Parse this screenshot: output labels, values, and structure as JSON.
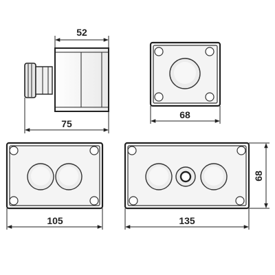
{
  "dimensions": {
    "side_depth": "52",
    "side_total": "75",
    "single_width": "68",
    "double_width": "105",
    "triple_width": "135",
    "height": "68"
  }
}
